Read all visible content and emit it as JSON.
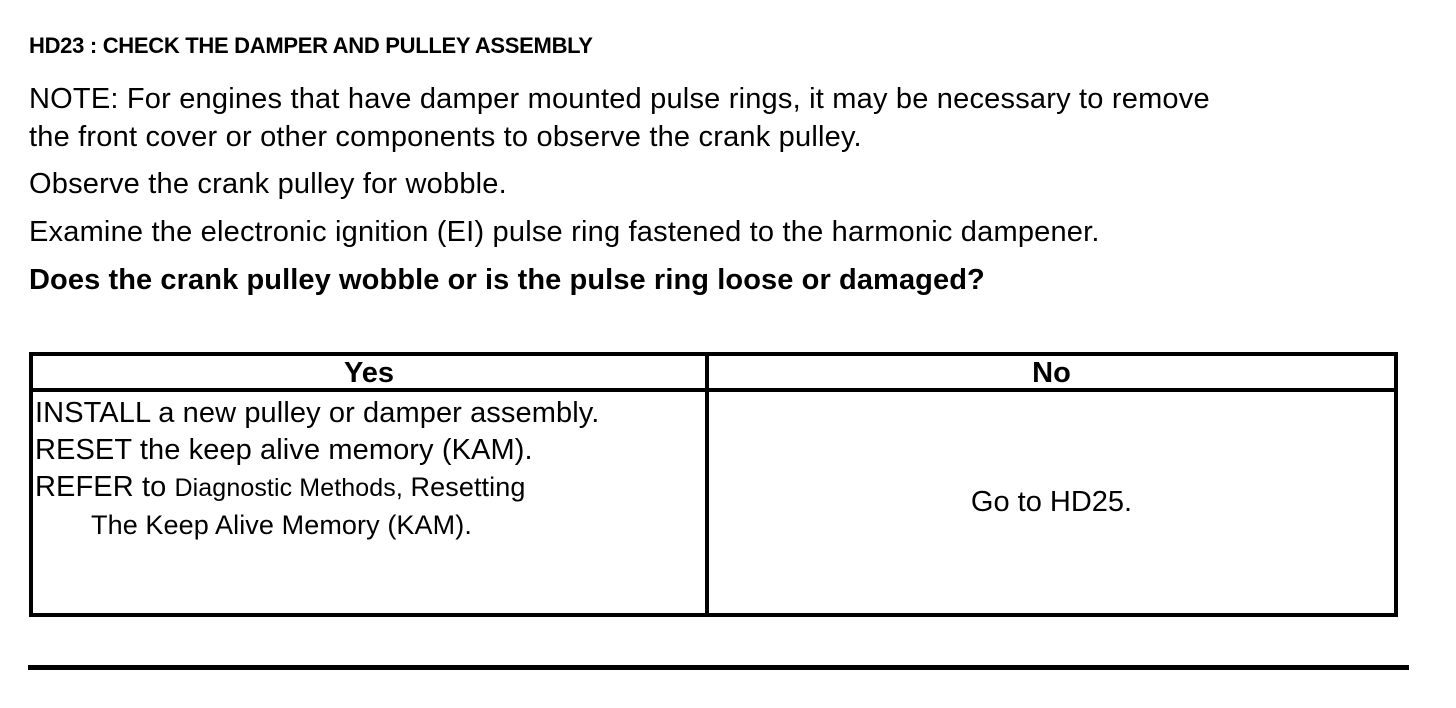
{
  "page": {
    "heading": "HD23 : CHECK THE DAMPER AND PULLEY ASSEMBLY",
    "note": "NOTE: For engines that have damper mounted pulse rings, it may be necessary to remove\nthe front cover or other components to observe the crank pulley.",
    "observe": "Observe the crank pulley for wobble.",
    "examine": "Examine the electronic ignition (EI) pulse ring fastened to the harmonic dampener.",
    "question": "Does the crank pulley wobble or is the pulse ring loose or damaged?"
  },
  "table": {
    "headers": {
      "yes": "Yes",
      "no": "No"
    },
    "yes_cell": {
      "line1": "INSTALL a new pulley or damper assembly.",
      "line2": "RESET the keep alive memory (KAM).",
      "line3_prefix": "REFER to ",
      "line3_reference": "Diagnostic Methods,",
      "line3_suffix": " Resetting",
      "line4": "The Keep Alive Memory (KAM)."
    },
    "no_cell": {
      "text": "Go to HD25."
    }
  },
  "colors": {
    "text": "#000000",
    "background": "#ffffff",
    "border": "#000000"
  }
}
